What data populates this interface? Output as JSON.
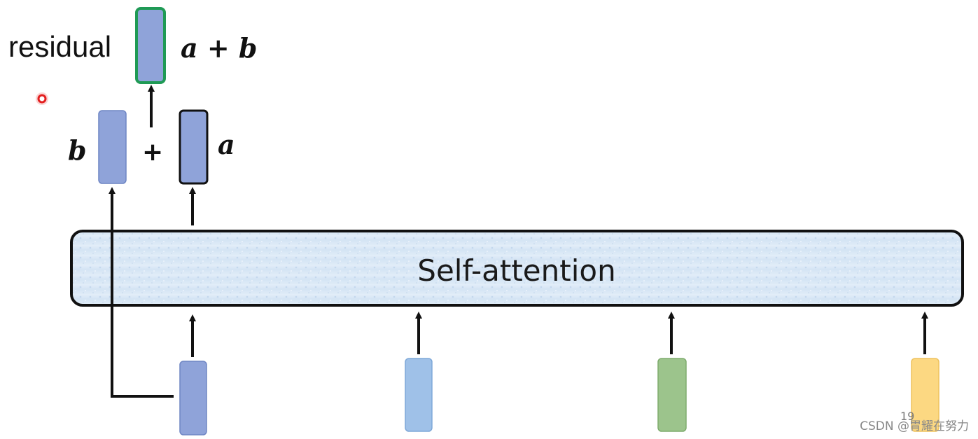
{
  "diagram": {
    "residual_label": "residual",
    "sum_label": "a + b",
    "b_label": "b",
    "plus_label": "+",
    "a_label": "a",
    "self_attention_label": "Self-attention"
  },
  "page_number": "19",
  "watermark": "CSDN @胃耀在努力",
  "colors": {
    "vector_blue_dark": "#8fa3d9",
    "vector_blue_light": "#9fc1e8",
    "vector_green": "#9cc48c",
    "vector_yellow": "#fcd882",
    "output_border": "#1f9a55",
    "block_fill": "#dbe8f5",
    "pointer_dot": "#e31f1f"
  }
}
